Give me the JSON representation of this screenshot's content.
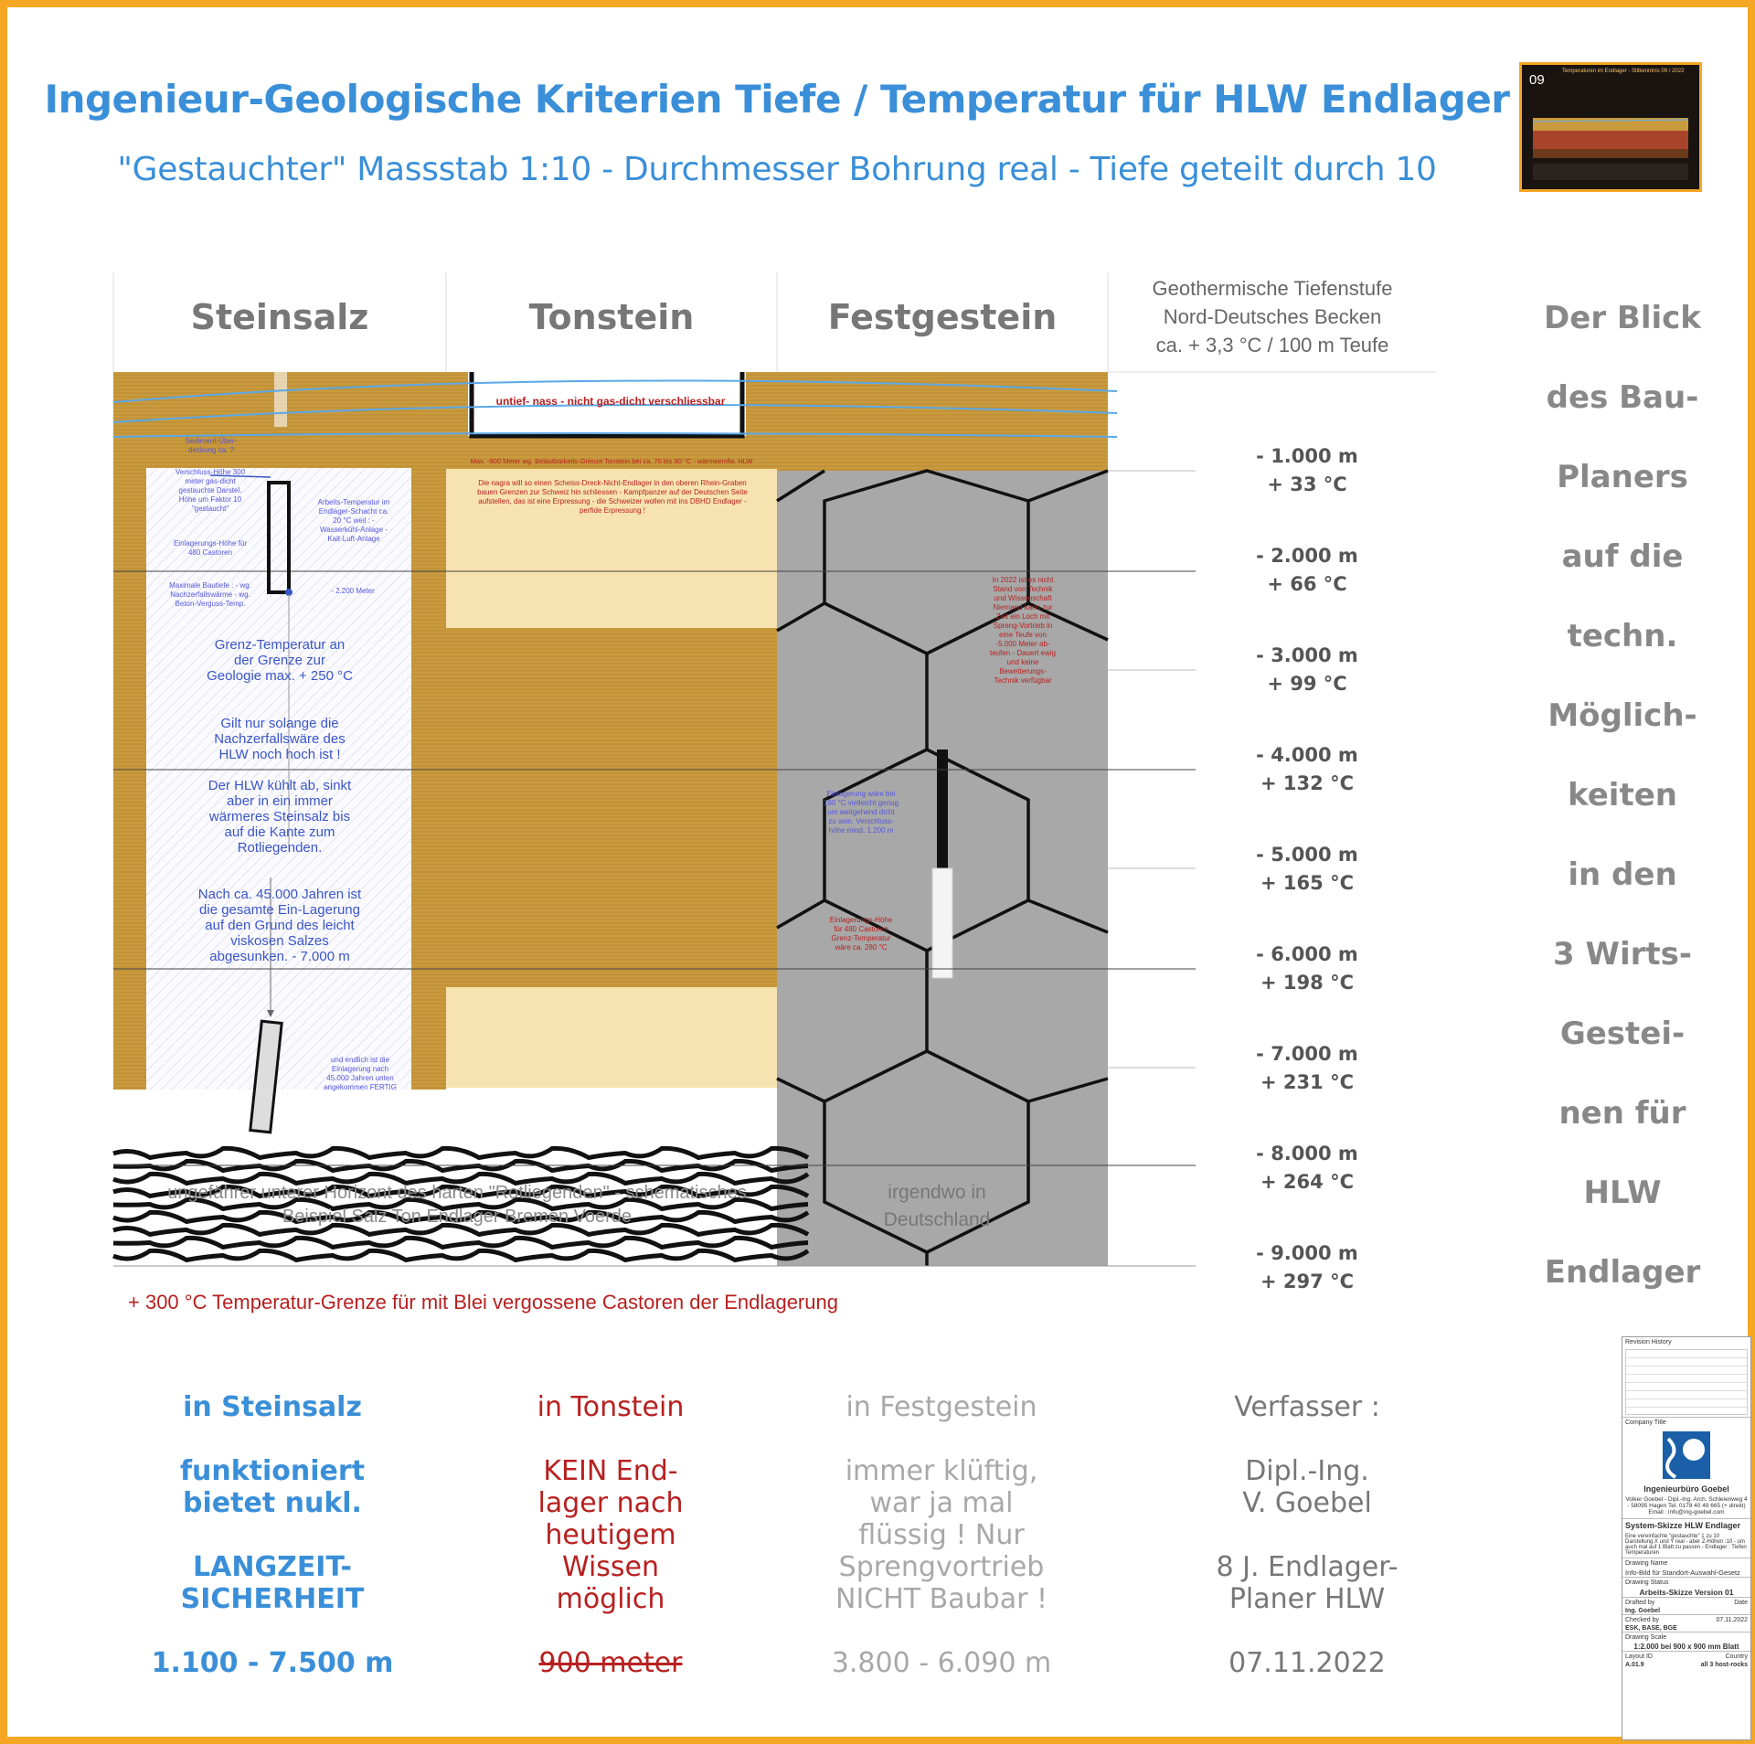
{
  "header": {
    "title": "Ingenieur-Geologische Kriterien Tiefe / Temperatur für HLW Endlager",
    "subtitle": "\"Gestauchter\" Massstab 1:10 - Durchmesser Bohrung real - Tiefe geteilt durch 10"
  },
  "thumbnail": {
    "number": "09",
    "title": "Temperaturen im Endlager - Stilkenntnis 09 / 2022"
  },
  "columns": {
    "col1": "Steinsalz",
    "col2": "Tonstein",
    "col3": "Festgestein",
    "geo_line1": "Geothermische Tiefenstufe",
    "geo_line2": "Nord-Deutsches Becken",
    "geo_line3": "ca. + 3,3 °C / 100 m Teufe"
  },
  "right_words": [
    "Der Blick",
    "des Bau-",
    "Planers",
    "auf die",
    "techn.",
    "Möglich-",
    "keiten",
    "in den",
    "3 Wirts-",
    "Gestei-",
    "nen für",
    "HLW",
    "Endlager"
  ],
  "depths": [
    {
      "depth": "- 1.000 m",
      "temp": "+ 33 °C"
    },
    {
      "depth": "- 2.000 m",
      "temp": "+ 66 °C"
    },
    {
      "depth": "- 3.000 m",
      "temp": "+ 99 °C"
    },
    {
      "depth": "- 4.000 m",
      "temp": "+ 132 °C"
    },
    {
      "depth": "- 5.000 m",
      "temp": "+ 165 °C"
    },
    {
      "depth": "- 6.000 m",
      "temp": "+ 198 °C"
    },
    {
      "depth": "- 7.000 m",
      "temp": "+ 231 °C"
    },
    {
      "depth": "- 8.000 m",
      "temp": "+ 264 °C"
    },
    {
      "depth": "- 9.000 m",
      "temp": "+ 297 °C"
    }
  ],
  "diagram": {
    "ton_top_label": "untief- nass - nicht gas-dicht verschliessbar",
    "ton_limit_label": "Max. -900 Meter wg. Belastbarkeits-Grenze Tonstein bei ca. 70 bis 90 °C - wärmeemfw. HLW",
    "ton_note": "Die nagra will so einen Scheiss-Dreck-Nicht-Endlager in den oberen Rhein-Graben bauen Grenzen zur Schweiz hin schliessen - Kampfpanzer auf der Deutschen Seite aufstellen, das ist eine Erpressung - die Schweizer wollen mit ins DBHD Endlager - perfide Erpressung !",
    "salt_sediment": "Sediment-Über-deckung ca. ?",
    "salt_note_left": "Verschluss-Höhe 300 meter gas-dicht gestauchte Darstel. Höhe um Faktor 10 \"gestaucht\"",
    "salt_note_right": "Arbeits-Temperatur im Endlager-Schacht ca. 20 °C weil : - Wasserkühl-Anlage - Kalt-Luft-Anlage",
    "salt_einlagerung": "Einlagerungs-Höhe für 480 Castoren",
    "salt_max": "Maximale Bautiefe : - wg. Nachzerfallswärme - wg. Beton-Verguss-Temp.",
    "salt_2200": "- 2.200 Meter",
    "salt_grenz": "Grenz-Temperatur an der Grenze zur Geologie max. + 250 °C",
    "salt_gilt": "Gilt nur solange die Nachzerfallswäre des HLW noch hoch ist !",
    "salt_kuehlt": "Der HLW kühlt ab, sinkt aber in ein immer wärmeres Steinsalz bis auf die Kante zum Rotliegenden.",
    "salt_jahre": "Nach ca. 45.000 Jahren ist die gesamte Ein-Lagerung auf den Grund des leicht viskosen Salzes abgesunken. - 7.000 m",
    "salt_fertig": "und endlich ist die Einlagerung nach 45.000 Jahren unten angekommen FERTIG",
    "rotliegend": "ungefährer unterer Horizont des harten \"Rotliegenden\" - schematisches Beispiel Salz Ton Endlager Bremen Voerde",
    "fest_2022": "In 2022 ist es nicht Stand von Technik und Wissenschaft Niemand kann zur Zeit ein Loch mit Spreng-Vortrieb in eine Teufe von -5.000 Meter ab-teufen - Dauert ewig und keine Bewetterungs-Technik verfügbar",
    "fest_blue": "Einlagerung wäre bei 160 °C vielleicht genug um weitgehend dicht zu sein. Verschluss-höhe mind. 1.200 m",
    "fest_red": "Einlagerungs-Höhe für 480 Castoren Grenz-Temperatur wäre ca. 280 °C",
    "fest_irgendwo": "irgendwo in Deutschland",
    "temp_limit": "+ 300 °C  Temperatur-Grenze für mit Blei vergossene Castoren der Endlagerung"
  },
  "bottom": {
    "salz_head": "in Steinsalz",
    "salz_l1": "funktioniert",
    "salz_l2": "bietet nukl.",
    "salz_l3": "LANGZEIT-",
    "salz_l4": "SICHERHEIT",
    "salz_range": "1.100 - 7.500 m",
    "ton_head": "in Tonstein",
    "ton_l1": "KEIN End-",
    "ton_l2": "lager nach",
    "ton_l3": "heutigem",
    "ton_l4": "Wissen",
    "ton_l5": "möglich",
    "ton_range": "900 meter",
    "fest_head": "in Festgestein",
    "fest_l1": "immer klüftig,",
    "fest_l2": "war ja mal",
    "fest_l3": "flüssig ! Nur",
    "fest_l4": "Sprengvortrieb",
    "fest_l5": "NICHT Baubar !",
    "fest_range": "3.800 - 6.090 m",
    "verf_head": "Verfasser :",
    "verf_l1": "Dipl.-Ing.",
    "verf_l2": "V. Goebel",
    "verf_l3": "8 J. Endlager-",
    "verf_l4": "Planer HLW",
    "verf_date": "07.11.2022"
  },
  "titleblock": {
    "revision": "Revision History",
    "company_title": "Company Title",
    "company": "Ingenieurbüro Goebel",
    "address": "Volker Goebel - Dipl.-Ing. Arch. Schleienweg 4 - 58095 Hagen Tel. 0178 40 49 665 (+ direkt) Email : info@ing-goebel.com",
    "project": "System-Skizze HLW Endlager",
    "project_desc": "Eine vereinfachte \"gestauchte\" 1 zu 10 Darstellung X und Y real - aber Z-Höhen :10 - um auch mal auf 1 Blatt zu passen - Endlager : Tiefen Temperaturen",
    "drawing_name_label": "Drawing Name",
    "drawing_name": "Info-Bild für Standort-Auswahl-Gesetz",
    "status_label": "Drawing Status",
    "status": "Arbeits-Skizze Version 01",
    "drafted_label": "Drafted by",
    "drafted": "Ing. Goebel",
    "date_label": "Date",
    "checked_label": "Checked by",
    "checked": "ESK, BASE, BGE",
    "checked_date": "07.11.2022",
    "scale_label": "Drawing Scale",
    "scale": "1:2.000 bei 900 x 900 mm Blatt",
    "layout_label": "Layout ID",
    "layout": "A.01.9",
    "country_label": "Country",
    "country": "all 3 host-rocks"
  },
  "colors": {
    "accent_blue": "#3a8fd8",
    "frame": "#f5a623",
    "red": "#b82020",
    "ochre": "#c99a3e",
    "sand": "#f7e3b0",
    "rock": "#a8a8a8"
  }
}
